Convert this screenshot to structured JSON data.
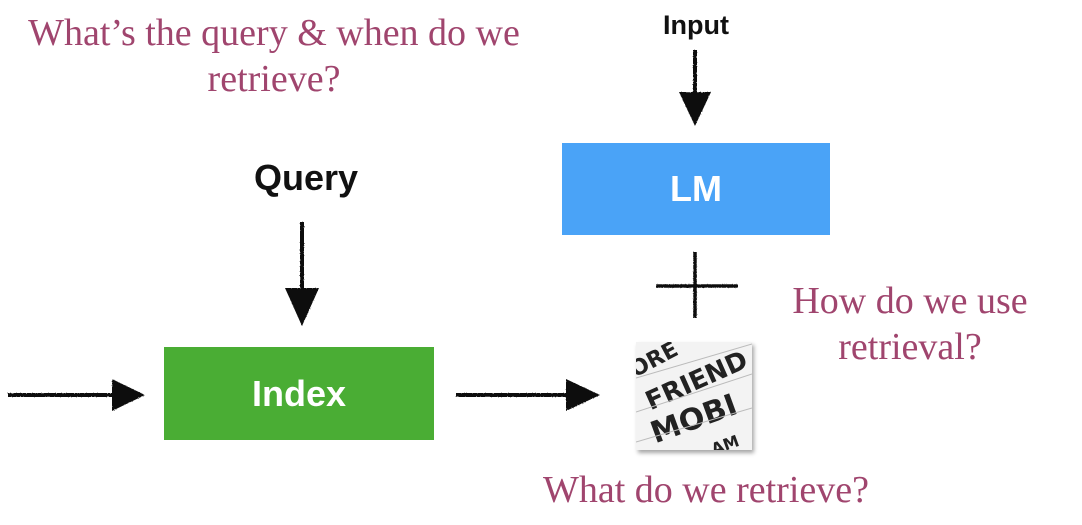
{
  "questions": {
    "when": "What’s the query & when do we retrieve?",
    "how": "How do we use retrieval?",
    "what": "What do we retrieve?"
  },
  "labels": {
    "input": "Input",
    "query": "Query"
  },
  "boxes": {
    "lm": "LM",
    "index": "Index"
  },
  "colors": {
    "question_text": "#a0456e",
    "lm_box": "#4aa3f7",
    "index_box": "#4aad34",
    "arrow": "#111111"
  },
  "icons": {
    "document_tile": "retrieved-text-snippets-icon",
    "combine": "plus-icon"
  }
}
